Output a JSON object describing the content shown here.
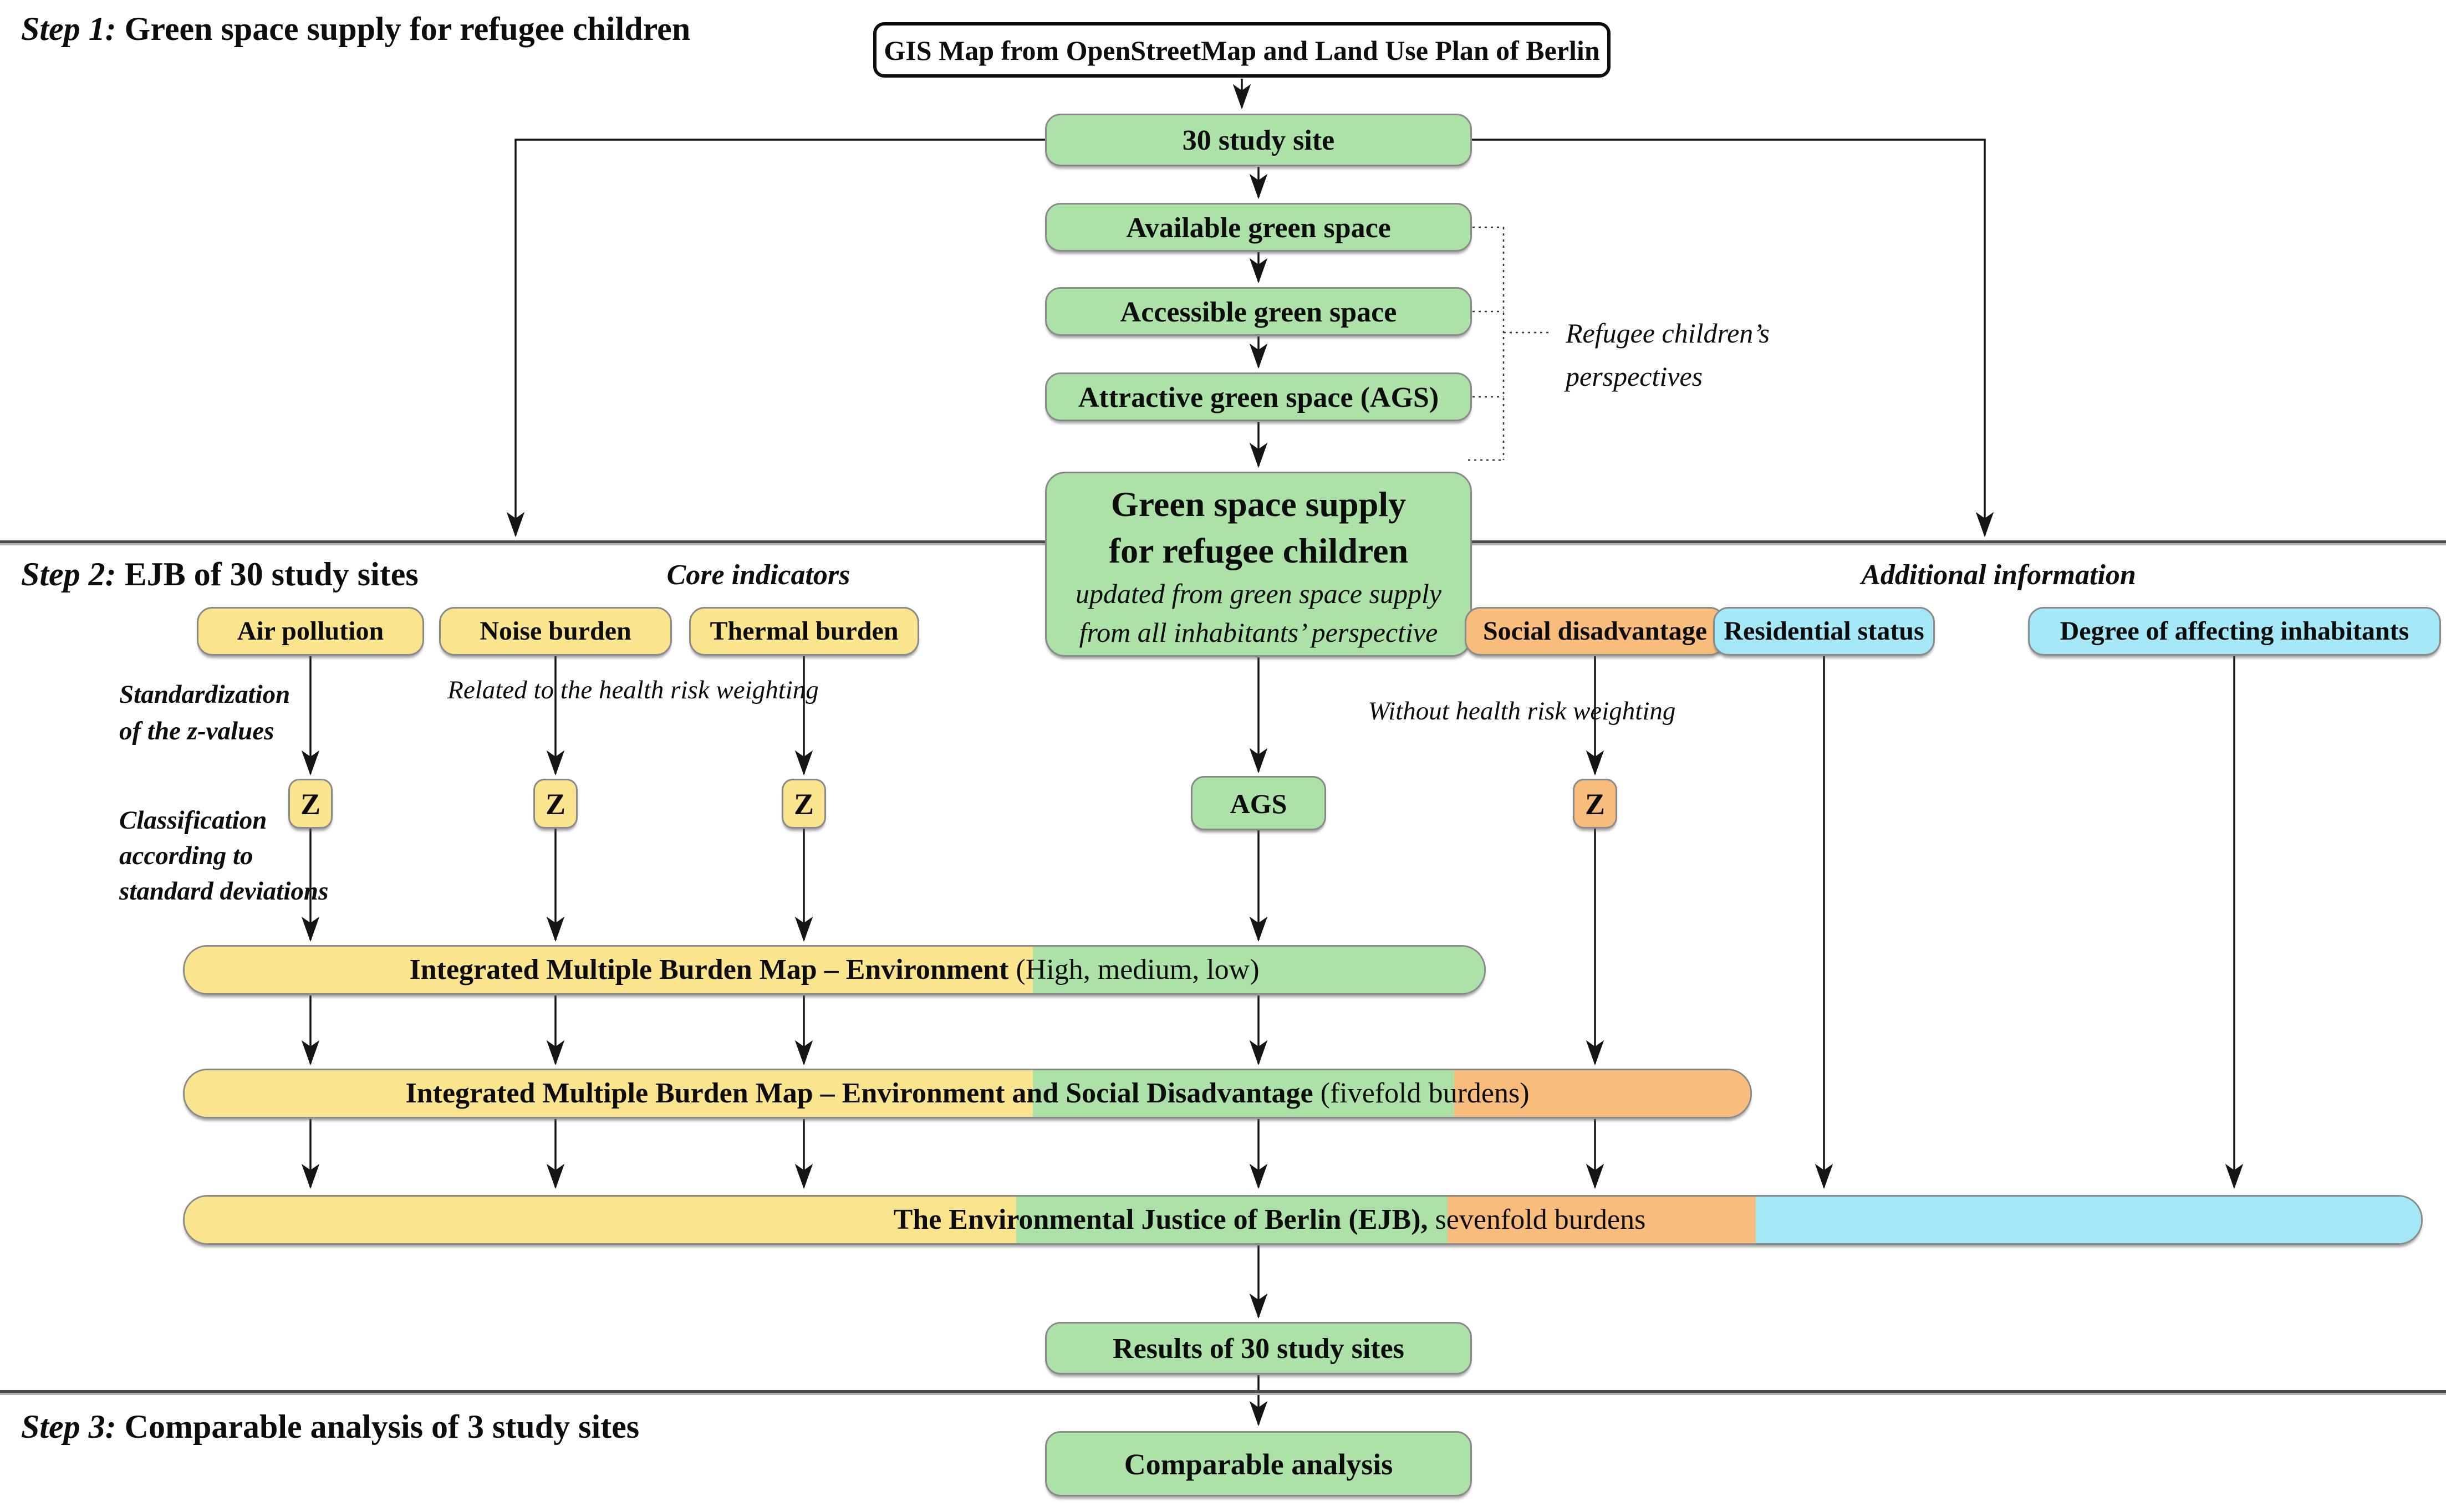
{
  "steps": {
    "step1": {
      "prefix": "Step 1:",
      "title": " Green space supply for refugee children"
    },
    "step2": {
      "prefix": "Step 2:",
      "title": " EJB of 30 study sites"
    },
    "step3": {
      "prefix": "Step 3:",
      "title": " Comparable analysis of 3 study sites"
    }
  },
  "nodes": {
    "gis_source": "GIS Map from OpenStreetMap and Land Use Plan of Berlin",
    "study_site": "30 study site",
    "available": "Available green space",
    "accessible": "Accessible green space",
    "attractive": "Attractive green space (AGS)",
    "supply_title_line1": "Green space supply",
    "supply_title_line2": "for refugee children",
    "supply_sub_line1": "updated from green space supply",
    "supply_sub_line2": "from all inhabitants’ perspective",
    "air_pollution": "Air pollution",
    "noise_burden": "Noise burden",
    "thermal_burden": "Thermal burden",
    "social_disadvantage": "Social disadvantage",
    "residential_status": "Residential status",
    "degree_affecting": "Degree of affecting inhabitants",
    "z": "Z",
    "ags": "AGS",
    "results": "Results of 30 study sites",
    "comparable": "Comparable analysis"
  },
  "labels": {
    "core_indicators": "Core indicators",
    "additional_information": "Additional information",
    "refugee_perspectives_line1": "Refugee children’s",
    "refugee_perspectives_line2": "perspectives",
    "standardization_line1": "Standardization",
    "standardization_line2": "of the z-values",
    "related_weighting": "Related to the health risk weighting",
    "without_weighting": "Without health risk weighting",
    "classification_line1": "Classification",
    "classification_line2": "according to",
    "classification_line3": "standard deviations"
  },
  "bars": {
    "bar1": {
      "bold": "Integrated Multiple Burden Map – Environment",
      "rest": " (High, medium, low)"
    },
    "bar2": {
      "bold": "Integrated Multiple Burden Map – Environment and Social Disadvantage",
      "rest": " (fivefold burdens)"
    },
    "bar3": {
      "bold": "The Environmental Justice of Berlin (EJB),",
      "rest": " sevenfold burdens"
    }
  },
  "colors": {
    "green": "#ace1a8",
    "yellow": "#fae48e",
    "orange": "#f8bd7c",
    "blue": "#a4e8f7",
    "box_border": "#8a8a8a",
    "line": "#151515"
  }
}
